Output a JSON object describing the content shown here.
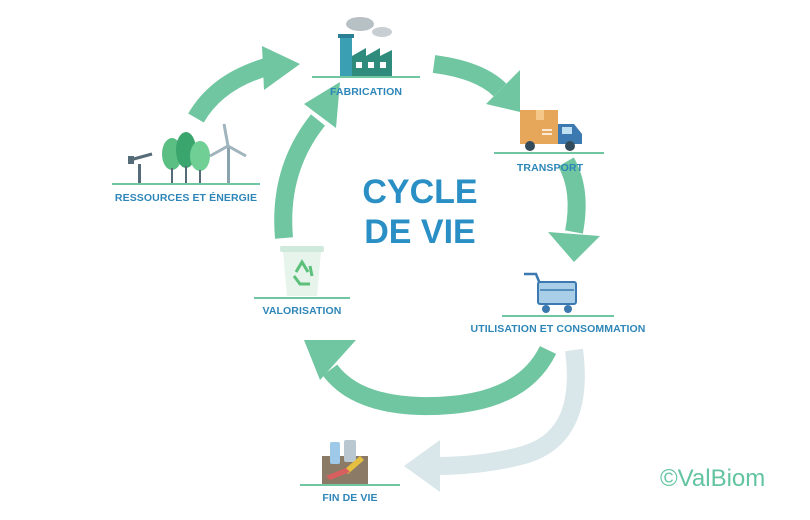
{
  "title": {
    "line1": "CYCLE",
    "line2": "DE VIE"
  },
  "stages": {
    "fabrication": "FABRICATION",
    "transport": "TRANSPORT",
    "utilisation": "UTILISATION ET CONSOMMATION",
    "fin_de_vie": "FIN DE VIE",
    "valorisation": "VALORISATION",
    "ressources": "RESSOURCES ET ÉNERGIE"
  },
  "credit": "©ValBiom",
  "icons": {
    "fabrication": "factory-icon",
    "transport": "delivery-truck-icon",
    "utilisation": "shopping-cart-icon",
    "fin_de_vie": "waste-bin-icon",
    "valorisation": "recycling-bin-icon",
    "ressources": "trees-oil-pump-wind-turbine-icon"
  },
  "colors": {
    "arrow_main": "#6fc6a0",
    "arrow_end_of_life": "#d9e6ea",
    "label_text": "#2e86b8",
    "title_text": "#2a8fc4",
    "credit_text": "#62c4a0"
  }
}
